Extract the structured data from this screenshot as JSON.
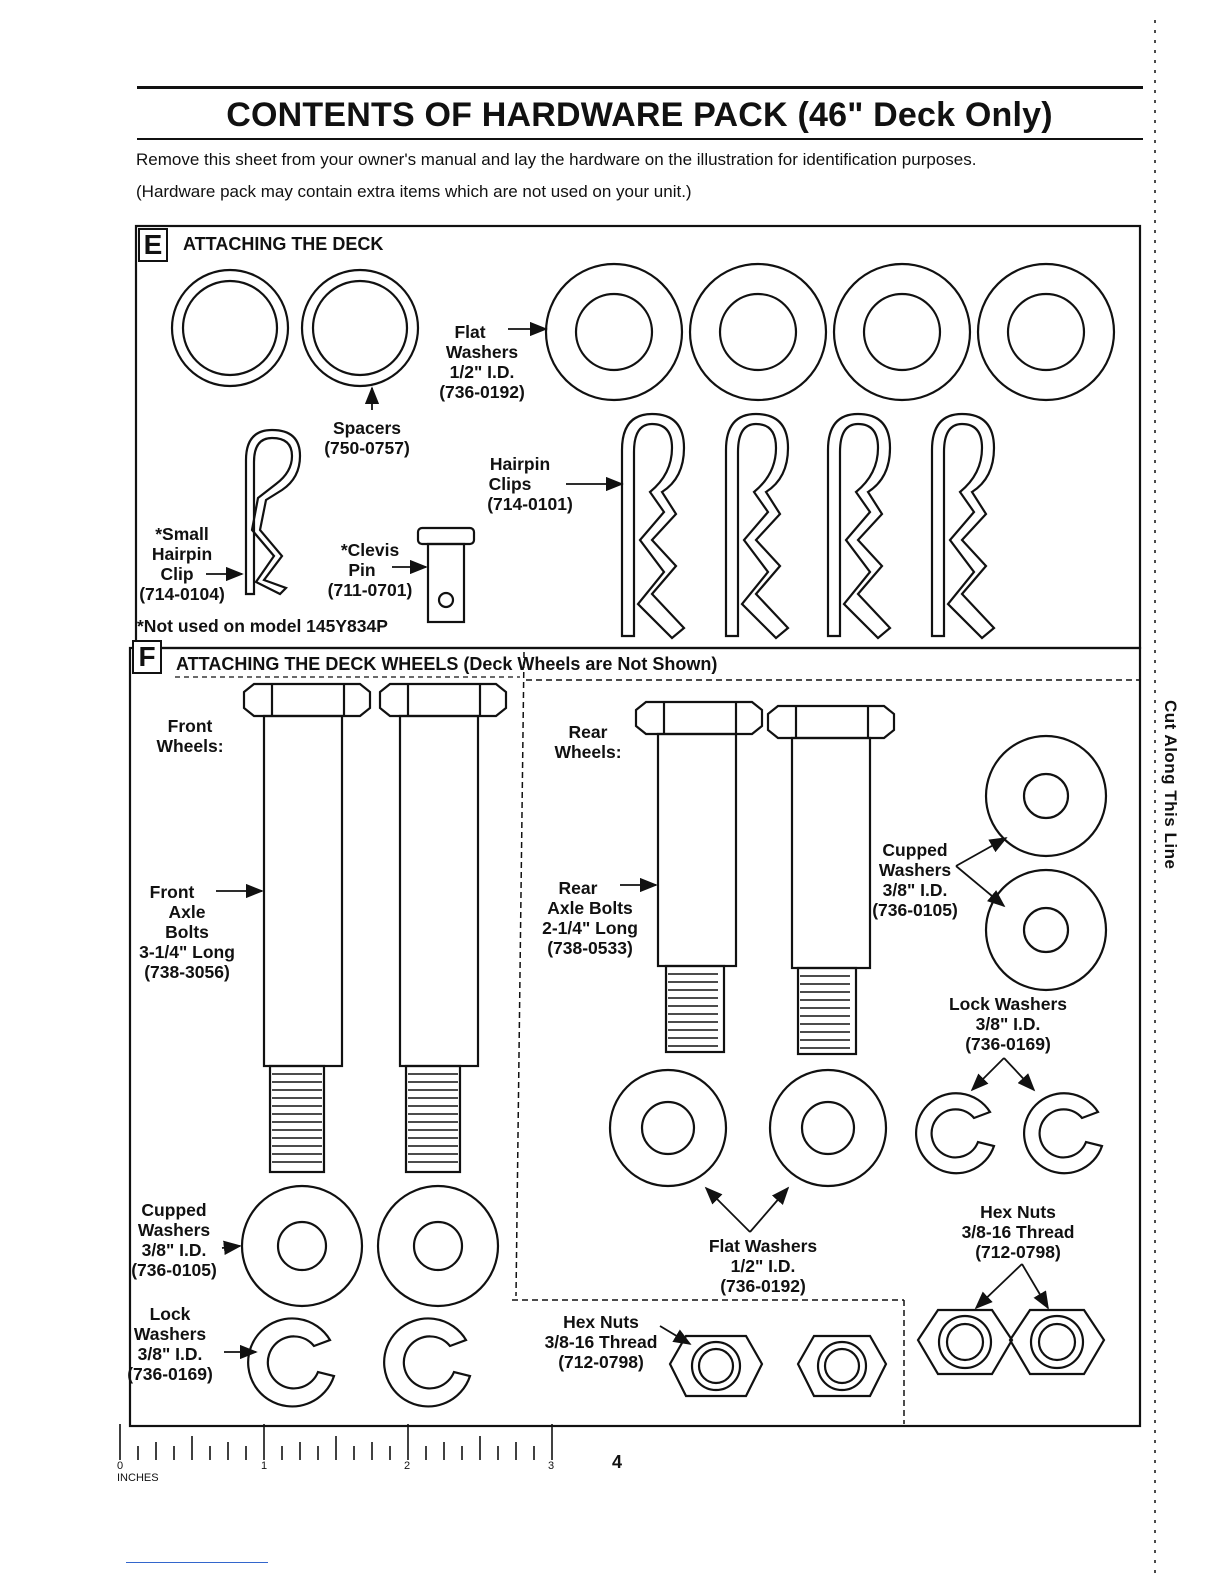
{
  "page": {
    "title": "CONTENTS OF HARDWARE PACK (46\" Deck Only)",
    "intro_line1": "Remove this sheet from your owner's manual and lay the hardware on the illustration for identification purposes.",
    "intro_line2": "(Hardware pack may contain extra items which are not used on your unit.)",
    "page_number": "4",
    "cut_line": "Cut Along This Line"
  },
  "section_e": {
    "letter": "E",
    "title": "ATTACHING THE DECK",
    "flat_washers": {
      "l1": "Flat",
      "l2": "Washers",
      "l3": "1/2\" I.D.",
      "part": "(736-0192)"
    },
    "spacers": {
      "l1": "Spacers",
      "part": "(750-0757)"
    },
    "hairpin_clips": {
      "l1": "Hairpin",
      "l2": "Clips",
      "part": "(714-0101)"
    },
    "small_hairpin": {
      "l1": "*Small",
      "l2": "Hairpin",
      "l3": "Clip",
      "part": "(714-0104)"
    },
    "clevis_pin": {
      "l1": "*Clevis",
      "l2": "Pin",
      "part": "(711-0701)"
    },
    "note": "*Not used on model 145Y834P"
  },
  "section_f": {
    "letter": "F",
    "title": "ATTACHING THE DECK WHEELS (Deck Wheels are Not Shown)",
    "front_wheels": "Front\nWheels:",
    "front_bolts": {
      "l1": "Front",
      "l2": "Axle",
      "l3": "Bolts",
      "l4": "3-1/4\" Long",
      "part": "(738-3056)"
    },
    "front_cupped": {
      "l1": "Cupped",
      "l2": "Washers",
      "l3": "3/8\" I.D.",
      "part": "(736-0105)"
    },
    "front_lock": {
      "l1": "Lock",
      "l2": "Washers",
      "l3": "3/8\" I.D.",
      "part": "(736-0169)"
    },
    "rear_wheels": "Rear\nWheels:",
    "rear_bolts": {
      "l1": "Rear",
      "l2": "Axle Bolts",
      "l3": "2-1/4\" Long",
      "part": "(738-0533)"
    },
    "rear_cupped": {
      "l1": "Cupped",
      "l2": "Washers",
      "l3": "3/8\" I.D.",
      "part": "(736-0105)"
    },
    "rear_lock": {
      "l1": "Lock Washers",
      "l2": "3/8\" I.D.",
      "part": "(736-0169)"
    },
    "rear_flat": {
      "l1": "Flat Washers",
      "l2": "1/2\" I.D.",
      "part": "(736-0192)"
    },
    "hex_nuts_mid": {
      "l1": "Hex Nuts",
      "l2": "3/8-16 Thread",
      "part": "(712-0798)"
    },
    "hex_nuts_right": {
      "l1": "Hex Nuts",
      "l2": "3/8-16 Thread",
      "part": "(712-0798)"
    }
  },
  "ruler": {
    "unit": "INCHES",
    "marks": [
      "0",
      "1",
      "2",
      "3"
    ]
  }
}
